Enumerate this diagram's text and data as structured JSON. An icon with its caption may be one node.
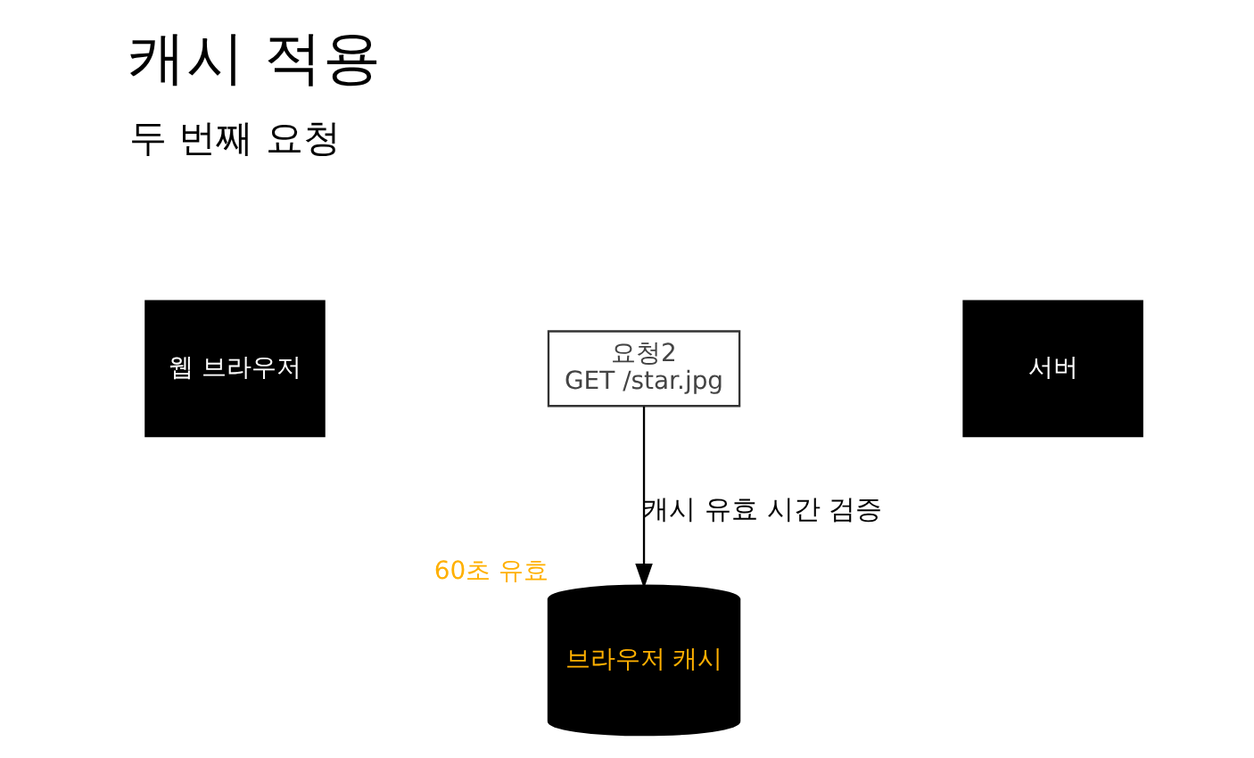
{
  "diagram": {
    "title": "캐시 적용",
    "nodes": [
      {
        "text": [
          "웹 브라우저"
        ]
      },
      {
        "text": [
          "요청2",
          "GET /star.jpg"
        ]
      },
      {
        "text": [
          "서버"
        ]
      },
      {
        "text": [
          "브라우저 캐시"
        ],
        "beside": [
          "60초 유효"
        ]
      }
    ],
    "edges": [
      {
        "from": 1,
        "to": 3,
        "arrow": "to",
        "label": "캐시 유효 시간 검증"
      }
    ],
    "labels": [
      "두 번째 요청"
    ]
  }
}
